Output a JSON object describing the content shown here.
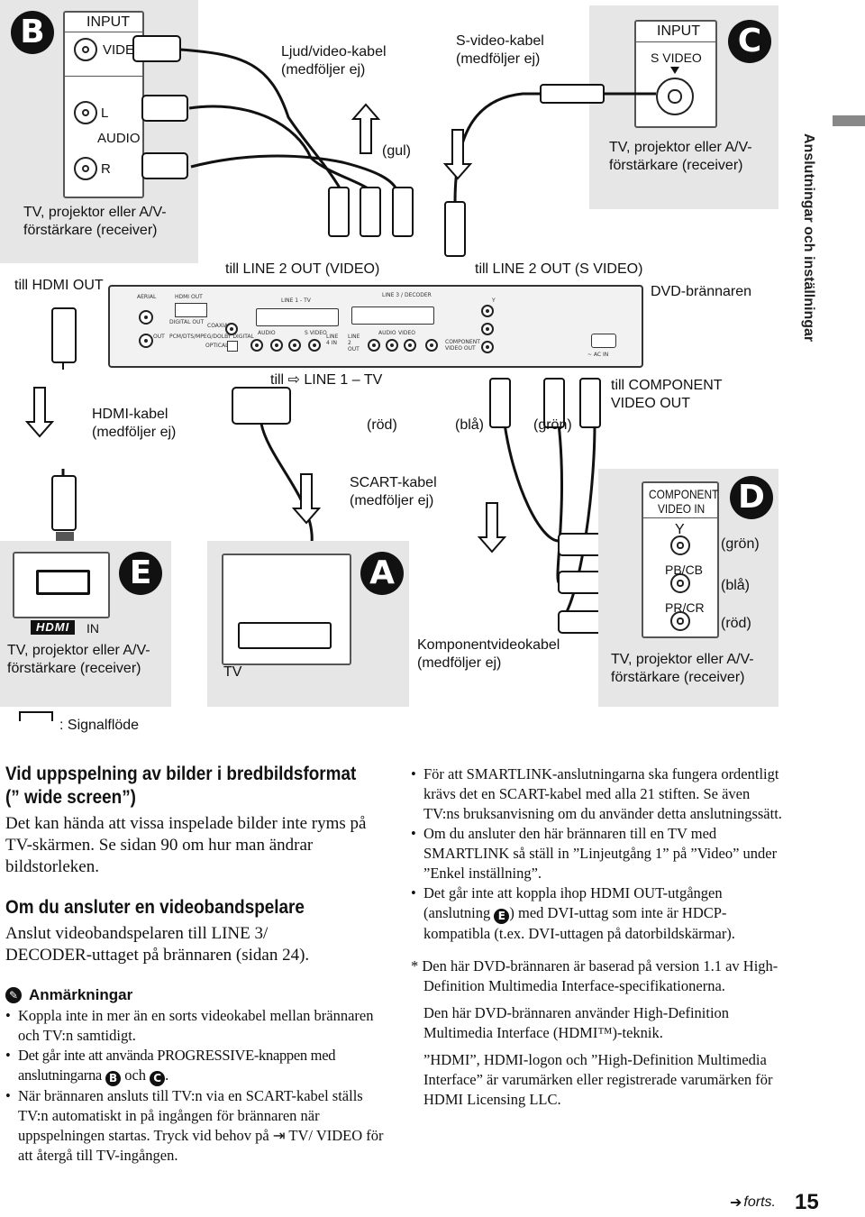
{
  "badges": {
    "a": "A",
    "b": "B",
    "c": "C",
    "d": "D",
    "e": "E"
  },
  "panel_b": {
    "input_title": "INPUT",
    "video_label": "VIDEO",
    "l_label": "L",
    "audio_label": "AUDIO",
    "r_label": "R",
    "device": "TV, projektor eller A/V-förstärkare (receiver)"
  },
  "panel_c": {
    "input_title": "INPUT",
    "svideo_label": "S VIDEO",
    "device": "TV, projektor eller A/V-förstärkare (receiver)"
  },
  "side_tab": "Anslutningar och inställningar",
  "labels": {
    "av_cable": "Ljud/video-kabel (medföljer ej)",
    "svideo_cable": "S-video-kabel (medföljer ej)",
    "gul": "(gul)",
    "till_hdmi_out": "till HDMI OUT",
    "till_line2_video": "till LINE 2 OUT (VIDEO)",
    "till_line2_svideo": "till LINE 2 OUT (S VIDEO)",
    "dvd_recorder": "DVD-brännaren",
    "hdmi_cable": "HDMI-kabel (medföljer ej)",
    "till_line1_tv": "till ⇨ LINE 1 – TV",
    "rod": "(röd)",
    "bla": "(blå)",
    "gron": "(grön)",
    "till_component": "till COMPONENT VIDEO OUT",
    "scart_cable": "SCART-kabel (medföljer ej)",
    "component_cable": "Komponentvideokabel (medföljer ej)",
    "signal_flow": ": Signalflöde"
  },
  "rear_panel": {
    "aerial": "AERIAL",
    "out": "OUT",
    "hdmi_out": "HDMI OUT",
    "digital_out": "DIGITAL OUT",
    "coaxial": "COAXIAL",
    "optical": "OPTICAL",
    "pcm": "PCM/DTS/MPEG/DOLBY DIGITAL",
    "line1_tv": "LINE 1 - TV",
    "line3_decoder": "LINE 3 / DECODER",
    "audio": "AUDIO",
    "video": "VIDEO",
    "svideo": "S VIDEO",
    "line4_in": "LINE 4 IN",
    "line2_out": "LINE 2 OUT",
    "component_video_out": "COMPONENT VIDEO OUT",
    "y": "Y",
    "ac_in": "~ AC IN"
  },
  "panel_e": {
    "hdmi_in": "IN",
    "hdmi_logo": "HDMI",
    "device": "TV, projektor eller A/V-förstärkare (receiver)"
  },
  "panel_a": {
    "device": "TV"
  },
  "panel_d": {
    "title_1": "COMPONENT",
    "title_2": "VIDEO IN",
    "y": "Y",
    "pb": "PB/CB",
    "pr": "PR/CR",
    "gron": "(grön)",
    "bla": "(blå)",
    "rod": "(röd)",
    "device": "TV, projektor eller A/V-förstärkare (receiver)"
  },
  "text": {
    "widescreen_h": "Vid uppspelning av bilder i bredbildsformat (” wide screen”)",
    "widescreen_p": "Det kan hända att vissa inspelade bilder inte ryms på TV-skärmen. Se sidan 90 om hur man ändrar bildstorleken.",
    "vcr_h": "Om du ansluter en videobandspelare",
    "vcr_p": "Anslut videobandspelaren till LINE 3/ DECODER-uttaget på brännaren (sidan 24).",
    "notes_h": "Anmärkningar",
    "notes": [
      "Koppla inte in mer än en sorts videokabel mellan brännaren och TV:n samtidigt.",
      "Det går inte att använda PROGRESSIVE-knappen med anslutningarna",
      "När brännaren ansluts till TV:n via en SCART-kabel ställs TV:n automatiskt in på ingången för brännaren när uppspelningen startas. Tryck vid behov på",
      "TV/ VIDEO för att återgå till TV-ingången."
    ],
    "note2_och": "och",
    "right_bullets": [
      "För att SMARTLINK-anslutningarna ska fungera ordentligt krävs det en SCART-kabel med alla 21 stiften. Se även TV:ns bruksanvisning om du använder detta anslutningssätt.",
      "Om du ansluter den här brännaren till en TV med SMARTLINK så ställ in ”Linjeutgång 1” på ”Video” under ”Enkel inställning”.",
      "Det går inte att koppla ihop HDMI OUT-utgången (anslutning",
      ") med DVI-uttag som inte är HDCP-kompatibla (t.ex. DVI-uttagen på datorbildskärmar)."
    ],
    "footnote": "* Den här DVD-brännaren är baserad på version 1.1 av High-Definition Multimedia Interface-specifikationerna.",
    "hdmi_tech": "Den här DVD-brännaren använder High-Definition Multimedia Interface (HDMI™)-teknik.",
    "trademark": "”HDMI”, HDMI-logon och ”High-Definition Multimedia Interface” är varumärken eller registrerade varumärken för HDMI Licensing LLC."
  },
  "footer": {
    "cont": "forts.",
    "page": "15"
  },
  "icons": {
    "notes": "note-icon",
    "cont": "arrow-right-icon",
    "flow": "signal-flow-arrow-icon"
  }
}
